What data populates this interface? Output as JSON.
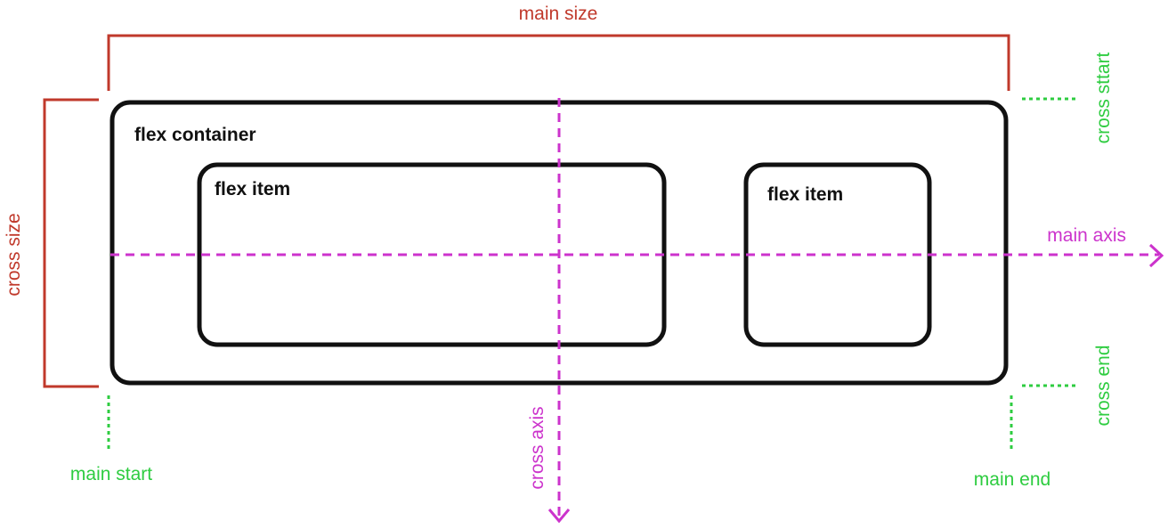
{
  "colors": {
    "size_bracket": "#c0392b",
    "boundary_marker": "#2ecc40",
    "axis": "#cc33cc",
    "box_stroke": "#111111"
  },
  "labels": {
    "main_size": "main size",
    "cross_size": "cross size",
    "flex_container": "flex container",
    "flex_item_1": "flex item",
    "flex_item_2": "flex item",
    "main_axis": "main axis",
    "cross_axis": "cross axis",
    "cross_start": "cross sttart",
    "cross_end": "cross end",
    "main_start": "main start",
    "main_end": "main end"
  }
}
